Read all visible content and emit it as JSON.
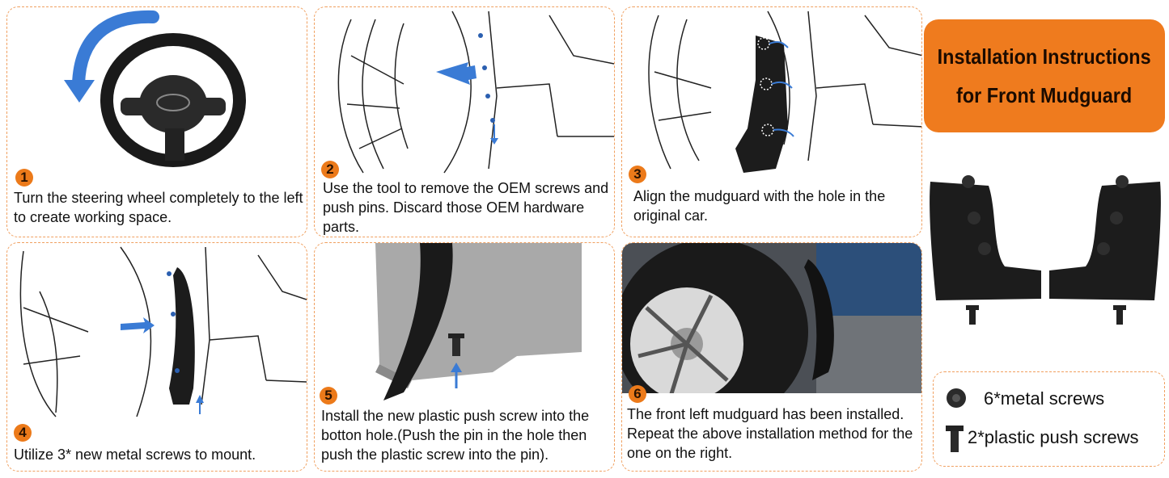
{
  "title": {
    "line1": "Installation Instructions",
    "line2": "for Front Mudguard"
  },
  "steps": [
    {
      "num": "1",
      "text": "Turn the steering wheel completely to the left to create working space."
    },
    {
      "num": "2",
      "text": "Use the tool to remove the OEM screws and push pins. Discard those OEM hardware parts."
    },
    {
      "num": "3",
      "text": "Align the mudguard with the hole in the original car."
    },
    {
      "num": "4",
      "text": "Utilize 3* new metal screws to mount."
    },
    {
      "num": "5",
      "text": "Install the new plastic push screw into the botton hole.(Push the pin in the hole then push the plastic screw into the pin)."
    },
    {
      "num": "6",
      "text": "The front left mudguard has been installed. Repeat the above installation method for the one on the right."
    }
  ],
  "legend": {
    "metal": "6*metal screws",
    "plastic": "2*plastic push screws"
  },
  "colors": {
    "accent": "#ef7b1e",
    "arrow": "#3a7bd5",
    "border": "#f0a060"
  },
  "icons": {
    "metal_screw": "metal-screw-icon",
    "push_screw": "plastic-push-screw-icon"
  }
}
